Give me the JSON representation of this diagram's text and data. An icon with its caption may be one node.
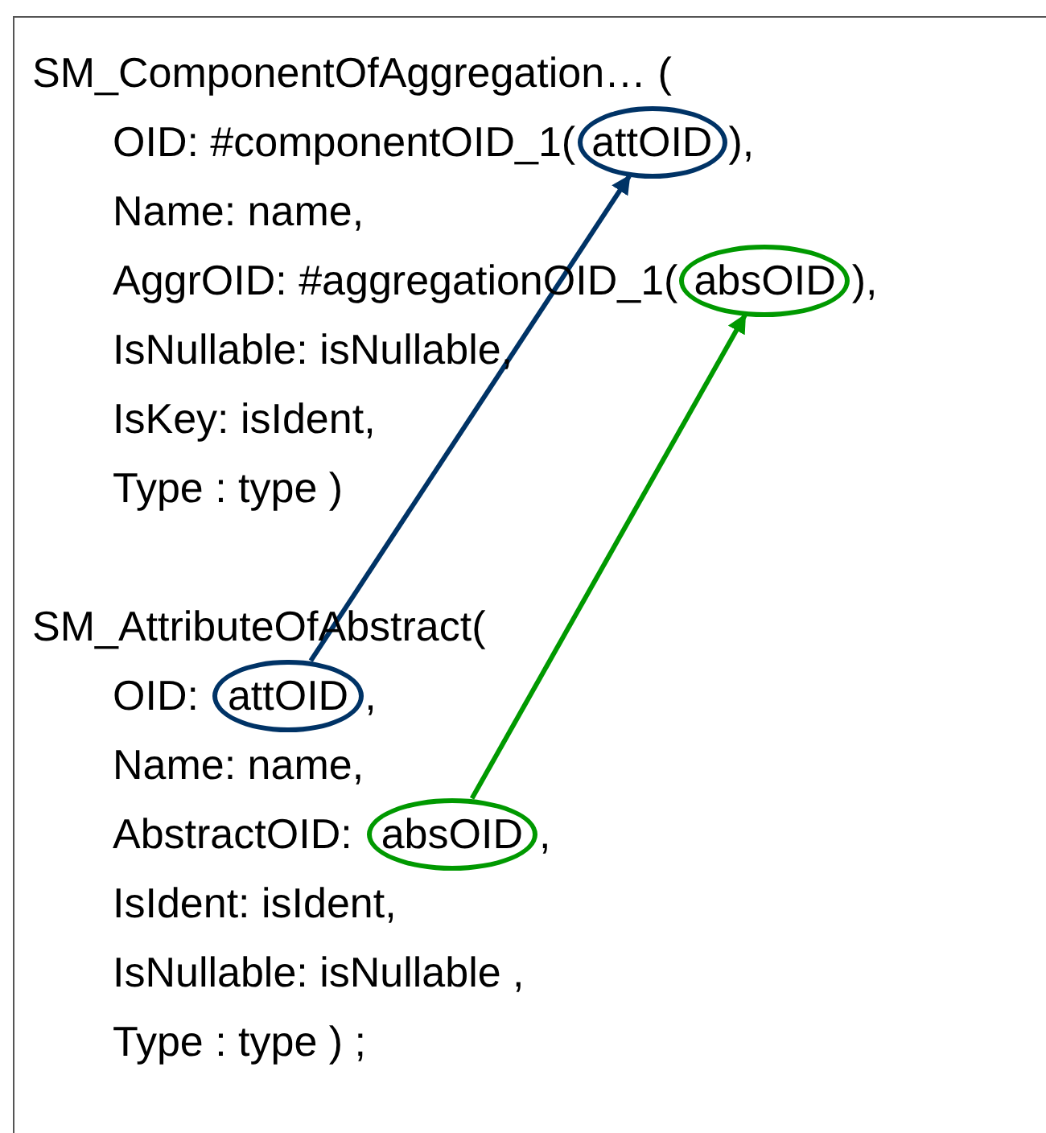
{
  "diagram": {
    "nodes": [
      {
        "text": [
          "attOID"
        ]
      },
      {
        "text": [
          "absOID"
        ]
      },
      {
        "text": [
          "attOID"
        ]
      },
      {
        "text": [
          "absOID"
        ]
      }
    ],
    "edges": [
      {
        "from": 2,
        "to": 0,
        "arrow": "to",
        "color": "#003366"
      },
      {
        "from": 3,
        "to": 1,
        "arrow": "to",
        "color": "#009900"
      }
    ],
    "labels": [
      "SM_ComponentOfAggregation… (",
      "OID: #componentOID_1(",
      "),",
      "Name: name,",
      "AggrOID: #aggregationOID_1(",
      "),",
      "IsNullable: isNullable,",
      "IsKey: isIdent,",
      "Type : type )",
      "SM_AttributeOfAbstract(",
      "OID:",
      ",",
      "Name: name,",
      "AbstractOID:",
      ",",
      "IsIdent: isIdent,",
      "IsNullable: isNullable ,",
      "Type : type ) ;"
    ]
  }
}
